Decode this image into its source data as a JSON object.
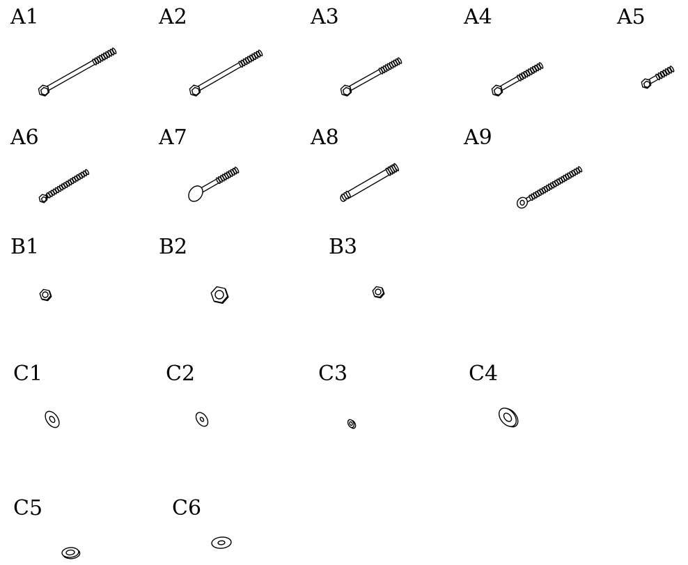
{
  "hardware_sheet": {
    "parts": [
      {
        "id": "A1",
        "kind": "hex-bolt"
      },
      {
        "id": "A2",
        "kind": "hex-bolt"
      },
      {
        "id": "A3",
        "kind": "hex-bolt"
      },
      {
        "id": "A4",
        "kind": "hex-bolt"
      },
      {
        "id": "A5",
        "kind": "hex-bolt"
      },
      {
        "id": "A6",
        "kind": "hex-bolt-full-thread"
      },
      {
        "id": "A7",
        "kind": "carriage-bolt"
      },
      {
        "id": "A8",
        "kind": "axle-bolt"
      },
      {
        "id": "A9",
        "kind": "socket-cap-screw"
      },
      {
        "id": "B1",
        "kind": "hex-nut"
      },
      {
        "id": "B2",
        "kind": "hex-nut"
      },
      {
        "id": "B3",
        "kind": "hex-nut"
      },
      {
        "id": "C1",
        "kind": "flat-washer"
      },
      {
        "id": "C2",
        "kind": "flat-washer"
      },
      {
        "id": "C3",
        "kind": "lock-washer"
      },
      {
        "id": "C4",
        "kind": "spacer-washer"
      },
      {
        "id": "C5",
        "kind": "thick-washer"
      },
      {
        "id": "C6",
        "kind": "flat-washer"
      }
    ]
  }
}
